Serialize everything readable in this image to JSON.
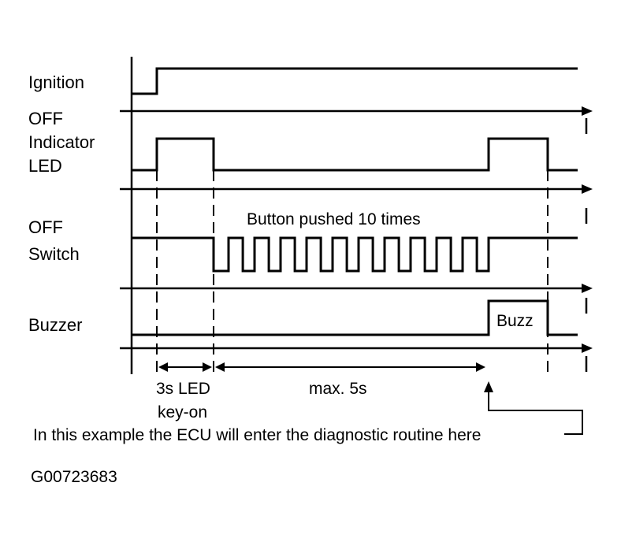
{
  "signals": [
    {
      "label_lines": [
        "Ignition"
      ]
    },
    {
      "label_lines": [
        "OFF",
        "Indicator",
        "LED"
      ]
    },
    {
      "label_lines": [
        "OFF",
        "Switch"
      ]
    },
    {
      "label_lines": [
        "Buzzer"
      ]
    }
  ],
  "annotations": {
    "button_pushed": "Button pushed 10 times",
    "buzz": "Buzz",
    "led_interval_line1": "3s LED",
    "led_interval_line2": "key-on",
    "max_interval": "max. 5s",
    "note": "In this example the ECU will enter the diagnostic routine here"
  },
  "figure_id": "G00723683",
  "button_press_count": 10
}
